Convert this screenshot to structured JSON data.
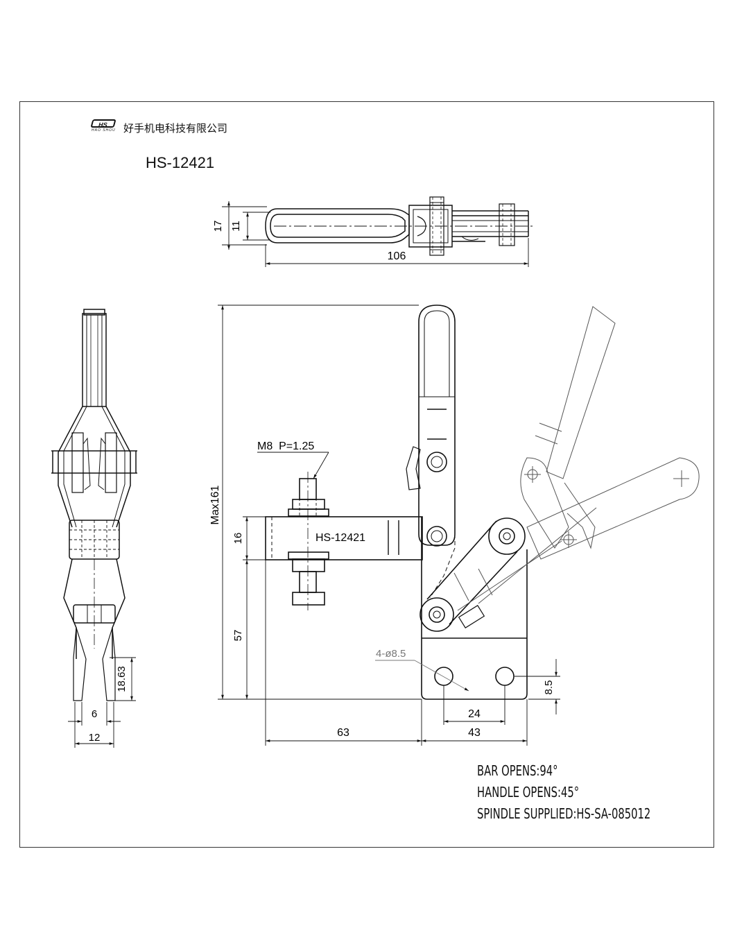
{
  "header": {
    "logo_text": "HS",
    "logo_subtext": "HAO SHOU",
    "company_name": "好手机电科技有限公司",
    "model": "HS-12421"
  },
  "drawing": {
    "top_view": {
      "width_17": "17",
      "width_11": "11",
      "length_106": "106"
    },
    "side_view": {
      "tip_18_63": "18.63",
      "tip_6": "6",
      "base_12": "12"
    },
    "front_view": {
      "thread_callout": "M8  P=1.25",
      "bar_label": "HS-12421",
      "max_height": "Max161",
      "bar_height": "16",
      "spindle_height": "57",
      "holes_callout": "4-ø8.5",
      "hole_edge": "8.5",
      "hole_pitch": "24",
      "base_width": "43",
      "reach": "63"
    }
  },
  "notes": {
    "bar_opens": "BAR OPENS:94°",
    "handle_opens": "HANDLE OPENS:45°",
    "spindle": "SPINDLE SUPPLIED:HS-SA-085012"
  }
}
